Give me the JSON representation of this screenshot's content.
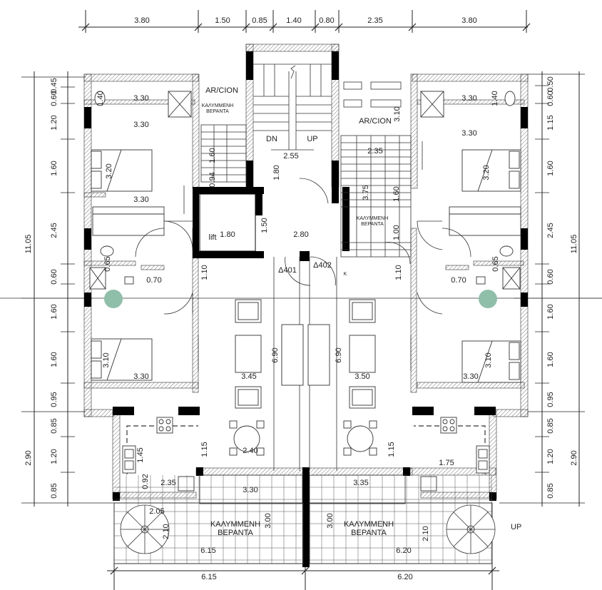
{
  "top_dims": [
    "3.80",
    "1.50",
    "0.85",
    "1.40",
    "0.80",
    "2.35",
    "3.80"
  ],
  "left_dims": [
    "0.45",
    "0.60",
    "1.20",
    "1.60",
    "2.45",
    "0.60",
    "1.60",
    "1.60",
    "0.95",
    "0.85",
    "1.20",
    "0.85"
  ],
  "right_dims": [
    "0.50",
    "0.60",
    "1.15",
    "1.60",
    "2.45",
    "0.60",
    "1.60",
    "1.60",
    "0.95",
    "0.85",
    "1.20",
    "0.85"
  ],
  "outer_left": [
    "11.05",
    "2.90"
  ],
  "outer_right": [
    "11.05",
    "2.90"
  ],
  "bottom_dims": [
    "6.15",
    "6.20"
  ],
  "labels": {
    "arcion_left": "AR/CION",
    "arcion_right": "AR/CION",
    "dn": "DN",
    "up_stair": "UP",
    "up_outside": "UP",
    "lift": "lift",
    "d401": "Δ401",
    "d402": "Δ402",
    "veranda1": "ΚΑΛΥΜΜΕΝΗ",
    "veranda2": "ΒΕΡΑΝΤΑ",
    "veranda_small": "ΚΑΛΥΜΜΕΝΗ",
    "veranda_small2": "ΒΕΡΑΝΤΑ",
    "k": "K"
  },
  "interior": [
    "3.30",
    "1.40",
    "3.30",
    "3.20",
    "3.30",
    "2.55",
    "1.60",
    "0.94",
    "1.80",
    "3.75",
    "1.60",
    "2.35",
    "1.80",
    "1.50",
    "2.80",
    "1.00",
    "1.10",
    "1.10",
    "0.65",
    "0.70",
    "0.70",
    "0.65",
    "3.10",
    "3.20",
    "3.30",
    "3.45",
    "6.90",
    "6.90",
    "3.50",
    "3.10",
    "3.30",
    "1.15",
    "2.40",
    "1.15",
    "1.45",
    "0.92",
    "2.35",
    "3.30",
    "3.35",
    "1.75",
    "3.00",
    "3.00",
    "2.05",
    "2.10",
    "2.10",
    "6.15",
    "6.20",
    "1.40",
    "3.30",
    "3.30",
    "3.10"
  ]
}
